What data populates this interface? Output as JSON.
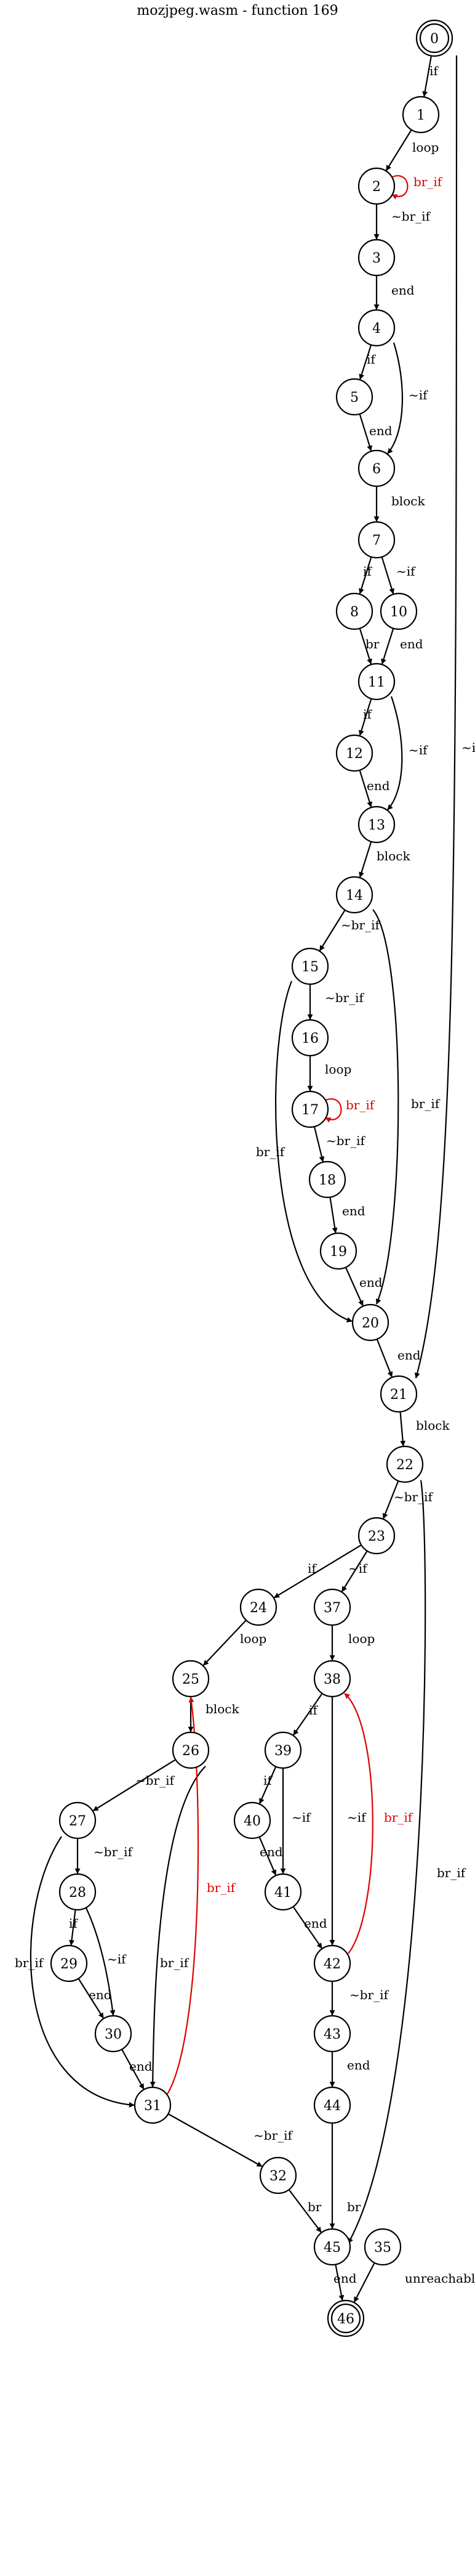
{
  "title": "mozjpeg.wasm - function 169",
  "colors": {
    "normal": "#000000",
    "back": "#e00000"
  },
  "nodes": [
    {
      "id": "0",
      "kind": "entry"
    },
    {
      "id": "1"
    },
    {
      "id": "2"
    },
    {
      "id": "3"
    },
    {
      "id": "4"
    },
    {
      "id": "5"
    },
    {
      "id": "6"
    },
    {
      "id": "7"
    },
    {
      "id": "8"
    },
    {
      "id": "10"
    },
    {
      "id": "11"
    },
    {
      "id": "12"
    },
    {
      "id": "13"
    },
    {
      "id": "14"
    },
    {
      "id": "15"
    },
    {
      "id": "16"
    },
    {
      "id": "17"
    },
    {
      "id": "18"
    },
    {
      "id": "19"
    },
    {
      "id": "20"
    },
    {
      "id": "21"
    },
    {
      "id": "22"
    },
    {
      "id": "23"
    },
    {
      "id": "24"
    },
    {
      "id": "37"
    },
    {
      "id": "25"
    },
    {
      "id": "38"
    },
    {
      "id": "26"
    },
    {
      "id": "39"
    },
    {
      "id": "27"
    },
    {
      "id": "40"
    },
    {
      "id": "28"
    },
    {
      "id": "41"
    },
    {
      "id": "29"
    },
    {
      "id": "42"
    },
    {
      "id": "30"
    },
    {
      "id": "43"
    },
    {
      "id": "31"
    },
    {
      "id": "44"
    },
    {
      "id": "32"
    },
    {
      "id": "45"
    },
    {
      "id": "35"
    },
    {
      "id": "46",
      "kind": "exit"
    }
  ],
  "edges": [
    {
      "from": "0",
      "to": "1",
      "label": "if"
    },
    {
      "from": "0",
      "to": "21",
      "label": "~if"
    },
    {
      "from": "1",
      "to": "2",
      "label": "loop"
    },
    {
      "from": "2",
      "to": "2",
      "label": "br_if",
      "back": true
    },
    {
      "from": "2",
      "to": "3",
      "label": "~br_if"
    },
    {
      "from": "3",
      "to": "4",
      "label": "end"
    },
    {
      "from": "4",
      "to": "5",
      "label": "if"
    },
    {
      "from": "4",
      "to": "6",
      "label": "~if"
    },
    {
      "from": "5",
      "to": "6",
      "label": "end"
    },
    {
      "from": "6",
      "to": "7",
      "label": "block"
    },
    {
      "from": "7",
      "to": "8",
      "label": "if"
    },
    {
      "from": "7",
      "to": "10",
      "label": "~if"
    },
    {
      "from": "8",
      "to": "11",
      "label": "br"
    },
    {
      "from": "10",
      "to": "11",
      "label": "end"
    },
    {
      "from": "11",
      "to": "12",
      "label": "if"
    },
    {
      "from": "11",
      "to": "13",
      "label": "~if"
    },
    {
      "from": "12",
      "to": "13",
      "label": "end"
    },
    {
      "from": "13",
      "to": "14",
      "label": "block"
    },
    {
      "from": "14",
      "to": "15",
      "label": "~br_if"
    },
    {
      "from": "14",
      "to": "20",
      "label": "br_if"
    },
    {
      "from": "15",
      "to": "16",
      "label": "~br_if"
    },
    {
      "from": "15",
      "to": "20",
      "label": "br_if"
    },
    {
      "from": "16",
      "to": "17",
      "label": "loop"
    },
    {
      "from": "17",
      "to": "17",
      "label": "br_if",
      "back": true
    },
    {
      "from": "17",
      "to": "18",
      "label": "~br_if"
    },
    {
      "from": "18",
      "to": "19",
      "label": "end"
    },
    {
      "from": "19",
      "to": "20",
      "label": "end"
    },
    {
      "from": "20",
      "to": "21",
      "label": "end"
    },
    {
      "from": "21",
      "to": "22",
      "label": "block"
    },
    {
      "from": "22",
      "to": "23",
      "label": "~br_if"
    },
    {
      "from": "22",
      "to": "45",
      "label": "br_if"
    },
    {
      "from": "23",
      "to": "24",
      "label": "if"
    },
    {
      "from": "23",
      "to": "37",
      "label": "~if"
    },
    {
      "from": "24",
      "to": "25",
      "label": "loop"
    },
    {
      "from": "37",
      "to": "38",
      "label": "loop"
    },
    {
      "from": "25",
      "to": "26",
      "label": "block"
    },
    {
      "from": "26",
      "to": "27",
      "label": "~br_if"
    },
    {
      "from": "26",
      "to": "31",
      "label": "br_if"
    },
    {
      "from": "27",
      "to": "28",
      "label": "~br_if"
    },
    {
      "from": "27",
      "to": "31",
      "label": "br_if"
    },
    {
      "from": "28",
      "to": "29",
      "label": "if"
    },
    {
      "from": "28",
      "to": "30",
      "label": "~if"
    },
    {
      "from": "29",
      "to": "30",
      "label": "end"
    },
    {
      "from": "30",
      "to": "31",
      "label": "end"
    },
    {
      "from": "31",
      "to": "25",
      "label": "br_if",
      "back": true
    },
    {
      "from": "31",
      "to": "32",
      "label": "~br_if"
    },
    {
      "from": "32",
      "to": "45",
      "label": "br"
    },
    {
      "from": "38",
      "to": "39",
      "label": "if"
    },
    {
      "from": "38",
      "to": "42",
      "label": "~if"
    },
    {
      "from": "39",
      "to": "40",
      "label": "if"
    },
    {
      "from": "39",
      "to": "41",
      "label": "~if"
    },
    {
      "from": "40",
      "to": "41",
      "label": "end"
    },
    {
      "from": "41",
      "to": "42",
      "label": "end"
    },
    {
      "from": "42",
      "to": "38",
      "label": "br_if",
      "back": true
    },
    {
      "from": "42",
      "to": "43",
      "label": "~br_if"
    },
    {
      "from": "43",
      "to": "44",
      "label": "end"
    },
    {
      "from": "44",
      "to": "45",
      "label": "br"
    },
    {
      "from": "45",
      "to": "46",
      "label": "end"
    },
    {
      "from": "35",
      "to": "46",
      "label": "unreachable"
    }
  ]
}
